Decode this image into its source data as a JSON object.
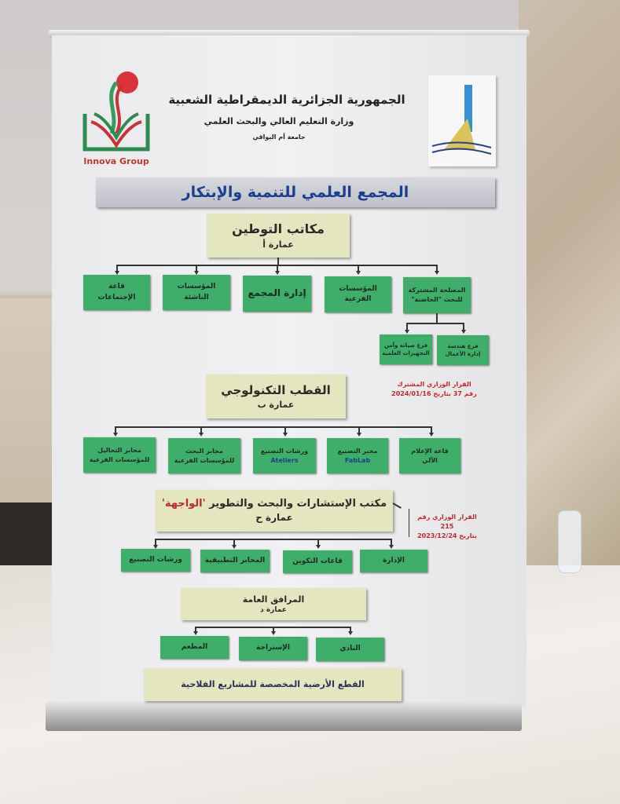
{
  "header": {
    "line1": "الجمهورية الجزائرية الديمقراطية الشعبية",
    "line2": "وزارة التعليم العالي والبحث العلمي",
    "line3": "جامعة أم البواقي",
    "logo_left_text": "Innova Group"
  },
  "title": "المجمع العلمي للتنمية والإبتكار",
  "section_a": {
    "title": "مكاتب التوطين",
    "building": "عمارة أ",
    "units": [
      {
        "l1": "قاعة",
        "l2": "الإجتماعات"
      },
      {
        "l1": "المؤسسات",
        "l2": "الناشئة"
      },
      {
        "l1": "إدارة المجمع",
        "l2": ""
      },
      {
        "l1": "المؤسسات",
        "l2": "الفرعية"
      },
      {
        "l1": "المصلحة المشتركة",
        "l2": "للبحث \"الحاضنة\""
      }
    ],
    "subunits": [
      {
        "l1": "فرع صيانة وأمن",
        "l2": "التجهيزات العلمية"
      },
      {
        "l1": "فرع هندسة",
        "l2": "إدارة الأعمال"
      }
    ],
    "note": {
      "l1": "القرار الوزاري المشترك",
      "l2": "رقم 37 بتاريخ 2024/01/16"
    }
  },
  "section_b": {
    "title": "القطب التكنولوجي",
    "building": "عمارة ب",
    "units": [
      {
        "l1": "مخابر التحاليل",
        "l2": "للمؤسسات الفرعية"
      },
      {
        "l1": "مخابر البحث",
        "l2": "للمؤسسات الفرعية"
      },
      {
        "l1": "ورشات التصنيع",
        "l2": "Ateliers"
      },
      {
        "l1": "مخبر التصنيع",
        "l2": "FabLab"
      },
      {
        "l1": "قاعة الإعلام",
        "l2": "الآلي"
      }
    ]
  },
  "section_c": {
    "title": "مكتب الإستشارات والبحث والتطوير",
    "title_highlight": "'الواجهة'",
    "building": "عمارة ح",
    "units": [
      "ورشات التصنيع",
      "المخابر التطبيقية",
      "قاعات التكوين",
      "الإدارة"
    ],
    "note": {
      "l1": "القرار الوزاري رقم 215",
      "l2": "بتاريخ 2023/12/24"
    }
  },
  "section_d": {
    "title": "المرافق العامة",
    "building": "عمارة د",
    "units": [
      "المطعم",
      "الإستراحة",
      "النادي"
    ]
  },
  "footer": "القطع الأرضية المخصصة للمشاريع الفلاحية",
  "colors": {
    "unit_green": "#3fae6a",
    "section_yellow": "#e4e6bf",
    "note_red": "#c0282d",
    "title_blue": "#1b3f8e"
  }
}
